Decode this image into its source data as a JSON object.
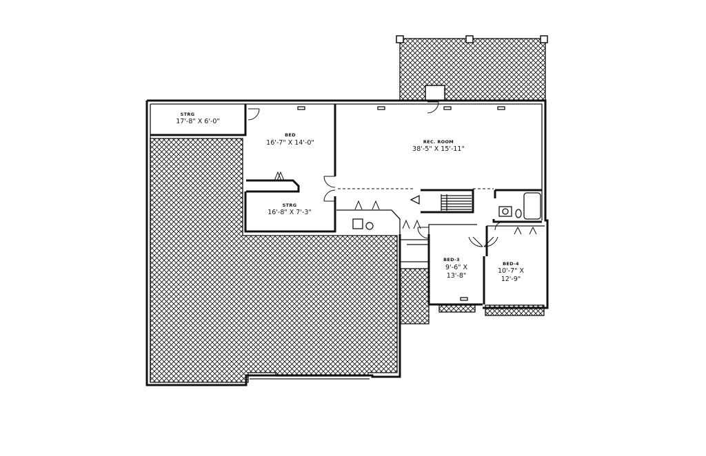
{
  "rooms": [
    {
      "id": "storage-upper",
      "name": "STRG",
      "dims": "17'-8\" X 6'-0\""
    },
    {
      "id": "bed",
      "name": "BED",
      "dims": "16'-7\" X 14'-0\""
    },
    {
      "id": "rec-room",
      "name": "REC. ROOM",
      "dims": "38'-5\" X 15'-11\""
    },
    {
      "id": "storage-lower",
      "name": "STRG",
      "dims": "16'-8\" X 7'-3\""
    },
    {
      "id": "bed-3",
      "name": "BED-3",
      "dims_line1": "9'-6\" X",
      "dims_line2": "13'-8\""
    },
    {
      "id": "bed-4",
      "name": "BED-4",
      "dims_line1": "10'-7\" X",
      "dims_line2": "12'-9\""
    }
  ]
}
